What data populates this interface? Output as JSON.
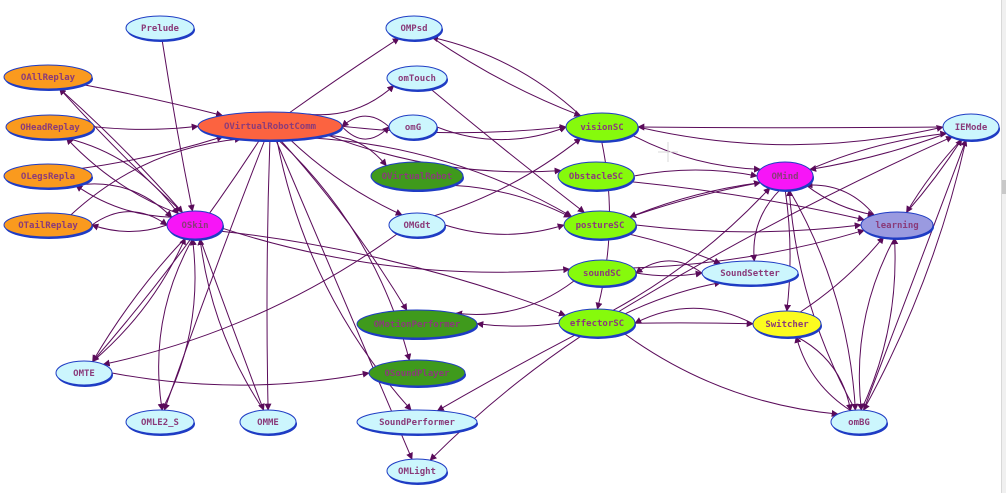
{
  "colors": {
    "edge": "#5a0b5a",
    "border": "#1f3cc4",
    "cyan": "#ccf6fd",
    "orange": "#fa9a1e",
    "red": "#fc6340",
    "magenta": "#f715f7",
    "green": "#3f9a1c",
    "lime": "#86fa0c",
    "yellow": "#fbfb1f",
    "purple": "#9a9ae0",
    "text": "#8a3b7a"
  },
  "nodes": [
    {
      "id": "Prelude",
      "label": "Prelude",
      "fill": "cyan"
    },
    {
      "id": "OAllReplay",
      "label": "OAllReplay",
      "fill": "orange"
    },
    {
      "id": "OHeadReplay",
      "label": "OHeadReplay",
      "fill": "orange"
    },
    {
      "id": "OLegsRepla",
      "label": "OLegsRepla",
      "fill": "orange"
    },
    {
      "id": "OTailReplay",
      "label": "OTailReplay",
      "fill": "orange"
    },
    {
      "id": "OVirtualRobotComm",
      "label": "OVirtualRobotComm",
      "fill": "red"
    },
    {
      "id": "OMPsd",
      "label": "OMPsd",
      "fill": "cyan"
    },
    {
      "id": "omTouch",
      "label": "omTouch",
      "fill": "cyan"
    },
    {
      "id": "omG",
      "label": "omG",
      "fill": "cyan"
    },
    {
      "id": "green1",
      "label": "OVirtualRobot",
      "fill": "green"
    },
    {
      "id": "OMGdt",
      "label": "OMGdt",
      "fill": "cyan"
    },
    {
      "id": "OSkin",
      "label": "OSkin",
      "fill": "magenta"
    },
    {
      "id": "visionSC",
      "label": "visionSC",
      "fill": "lime"
    },
    {
      "id": "ObstacleSC",
      "label": "ObstacleSC",
      "fill": "lime"
    },
    {
      "id": "postureSC",
      "label": "postureSC",
      "fill": "lime"
    },
    {
      "id": "soundSC",
      "label": "soundSC",
      "fill": "lime"
    },
    {
      "id": "effectorSC",
      "label": "effectorSC",
      "fill": "lime"
    },
    {
      "id": "SoundSetter",
      "label": "SoundSetter",
      "fill": "cyan"
    },
    {
      "id": "Switcher",
      "label": "Switcher",
      "fill": "yellow"
    },
    {
      "id": "IEMode",
      "label": "IEMode",
      "fill": "cyan"
    },
    {
      "id": "learning",
      "label": "learning",
      "fill": "purple"
    },
    {
      "id": "OMind",
      "label": "OMind",
      "fill": "magenta"
    },
    {
      "id": "green2",
      "label": "OMotionPerformer",
      "fill": "green"
    },
    {
      "id": "green3",
      "label": "OSoundPlayer",
      "fill": "green"
    },
    {
      "id": "OMTE",
      "label": "OMTE",
      "fill": "cyan"
    },
    {
      "id": "OMLE2_S",
      "label": "OMLE2_S",
      "fill": "cyan"
    },
    {
      "id": "OMME",
      "label": "OMME",
      "fill": "cyan"
    },
    {
      "id": "SoundPerformer",
      "label": "SoundPerformer",
      "fill": "cyan"
    },
    {
      "id": "OMLight",
      "label": "OMLight",
      "fill": "cyan"
    },
    {
      "id": "omBG",
      "label": "omBG",
      "fill": "cyan"
    }
  ],
  "edges": [
    [
      "Prelude",
      "OSkin"
    ],
    [
      "OAllReplay",
      "OVirtualRobotComm"
    ],
    [
      "OAllReplay",
      "OSkin"
    ],
    [
      "OSkin",
      "OAllReplay"
    ],
    [
      "OHeadReplay",
      "OVirtualRobotComm"
    ],
    [
      "OHeadReplay",
      "OSkin"
    ],
    [
      "OSkin",
      "OHeadReplay"
    ],
    [
      "OLegsRepla",
      "OVirtualRobotComm"
    ],
    [
      "OLegsRepla",
      "OSkin"
    ],
    [
      "OSkin",
      "OLegsRepla"
    ],
    [
      "OTailReplay",
      "OVirtualRobotComm"
    ],
    [
      "OTailReplay",
      "OSkin"
    ],
    [
      "OSkin",
      "OTailReplay"
    ],
    [
      "OVirtualRobotComm",
      "OMPsd"
    ],
    [
      "OVirtualRobotComm",
      "omTouch"
    ],
    [
      "OVirtualRobotComm",
      "omG"
    ],
    [
      "omG",
      "OVirtualRobotComm"
    ],
    [
      "OVirtualRobotComm",
      "green1"
    ],
    [
      "OVirtualRobotComm",
      "OMGdt"
    ],
    [
      "OVirtualRobotComm",
      "visionSC"
    ],
    [
      "OVirtualRobotComm",
      "ObstacleSC"
    ],
    [
      "OVirtualRobotComm",
      "postureSC"
    ],
    [
      "OVirtualRobotComm",
      "green2"
    ],
    [
      "OVirtualRobotComm",
      "green3"
    ],
    [
      "OVirtualRobotComm",
      "OMTE"
    ],
    [
      "OVirtualRobotComm",
      "OMLE2_S"
    ],
    [
      "OVirtualRobotComm",
      "OMME"
    ],
    [
      "OVirtualRobotComm",
      "SoundPerformer"
    ],
    [
      "OVirtualRobotComm",
      "OMLight"
    ],
    [
      "OSkin",
      "OMTE"
    ],
    [
      "OSkin",
      "OMLE2_S"
    ],
    [
      "OSkin",
      "OMME"
    ],
    [
      "OSkin",
      "soundSC"
    ],
    [
      "OSkin",
      "effectorSC"
    ],
    [
      "OMTE",
      "OSkin"
    ],
    [
      "OMLE2_S",
      "OSkin"
    ],
    [
      "OMME",
      "OSkin"
    ],
    [
      "OMTE",
      "green3"
    ],
    [
      "OMPsd",
      "visionSC"
    ],
    [
      "visionSC",
      "OMPsd"
    ],
    [
      "omTouch",
      "postureSC"
    ],
    [
      "omG",
      "visionSC"
    ],
    [
      "OMGdt",
      "postureSC"
    ],
    [
      "OMGdt",
      "visionSC"
    ],
    [
      "green1",
      "postureSC"
    ],
    [
      "OMGdt",
      "OMTE"
    ],
    [
      "visionSC",
      "OMind"
    ],
    [
      "visionSC",
      "IEMode"
    ],
    [
      "IEMode",
      "visionSC"
    ],
    [
      "ObstacleSC",
      "OMind"
    ],
    [
      "ObstacleSC",
      "learning"
    ],
    [
      "postureSC",
      "OMind"
    ],
    [
      "postureSC",
      "learning"
    ],
    [
      "soundSC",
      "SoundSetter"
    ],
    [
      "SoundSetter",
      "soundSC"
    ],
    [
      "soundSC",
      "learning"
    ],
    [
      "soundSC",
      "green2"
    ],
    [
      "effectorSC",
      "green2"
    ],
    [
      "effectorSC",
      "SoundPerformer"
    ],
    [
      "effectorSC",
      "OMLight"
    ],
    [
      "effectorSC",
      "Switcher"
    ],
    [
      "Switcher",
      "effectorSC"
    ],
    [
      "effectorSC",
      "SoundSetter"
    ],
    [
      "effectorSC",
      "omBG"
    ],
    [
      "effectorSC",
      "IEMode"
    ],
    [
      "effectorSC",
      "OMind"
    ],
    [
      "OMind",
      "IEMode"
    ],
    [
      "IEMode",
      "OMind"
    ],
    [
      "OMind",
      "learning"
    ],
    [
      "learning",
      "OMind"
    ],
    [
      "OMind",
      "Switcher"
    ],
    [
      "OMind",
      "omBG"
    ],
    [
      "omBG",
      "OMind"
    ],
    [
      "OMind",
      "SoundSetter"
    ],
    [
      "IEMode",
      "learning"
    ],
    [
      "learning",
      "IEMode"
    ],
    [
      "IEMode",
      "omBG"
    ],
    [
      "omBG",
      "IEMode"
    ],
    [
      "learning",
      "omBG"
    ],
    [
      "omBG",
      "learning"
    ],
    [
      "Switcher",
      "omBG"
    ],
    [
      "omBG",
      "Switcher"
    ],
    [
      "Switcher",
      "learning"
    ],
    [
      "OMind",
      "postureSC"
    ],
    [
      "postureSC",
      "SoundSetter"
    ],
    [
      "visionSC",
      "effectorSC"
    ]
  ]
}
